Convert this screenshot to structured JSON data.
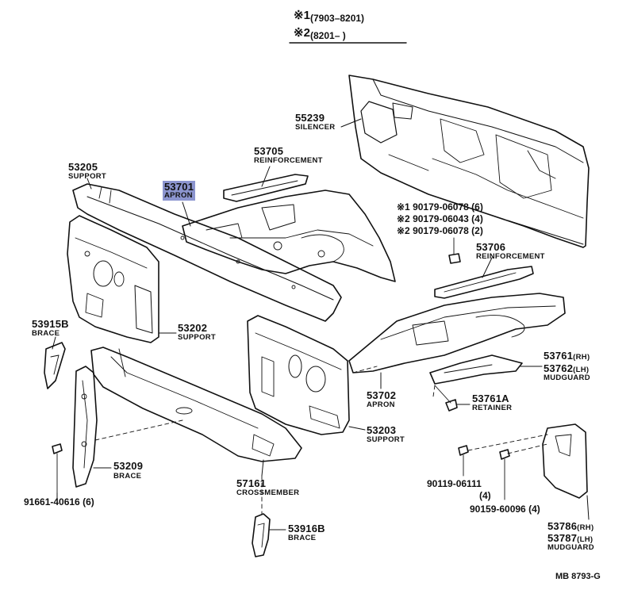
{
  "header": {
    "line1_mark": "※1",
    "line1_range": "(7903–8201)",
    "line2_mark": "※2",
    "line2_range": "(8201–      )"
  },
  "parts": {
    "p53205": {
      "number": "53205",
      "name": "SUPPORT"
    },
    "p53701": {
      "number": "53701",
      "name": "APRON"
    },
    "p53705": {
      "number": "53705",
      "name": "REINFORCEMENT"
    },
    "p55239": {
      "number": "55239",
      "name": "SILENCER"
    },
    "p53706": {
      "number": "53706",
      "name": "REINFORCEMENT"
    },
    "p53915b": {
      "number": "53915B",
      "name": "BRACE"
    },
    "p53202": {
      "number": "53202",
      "name": "SUPPORT"
    },
    "p53702": {
      "number": "53702",
      "name": "APRON"
    },
    "p53761": {
      "number": "53761",
      "suffix": "(RH)"
    },
    "p53762": {
      "number": "53762",
      "suffix": "(LH)",
      "name": "MUDGUARD"
    },
    "p53761a": {
      "number": "53761A",
      "name": "RETAINER"
    },
    "p53203": {
      "number": "53203",
      "name": "SUPPORT"
    },
    "p53209": {
      "number": "53209",
      "name": "BRACE"
    },
    "p57161": {
      "number": "57161",
      "name": "CROSSMEMBER"
    },
    "p53916b": {
      "number": "53916B",
      "name": "BRACE"
    },
    "p53786": {
      "number": "53786",
      "suffix": "(RH)"
    },
    "p53787": {
      "number": "53787",
      "suffix": "(LH)",
      "name": "MUDGUARD"
    }
  },
  "fasteners": {
    "f1": {
      "mark": "※1",
      "code": "90179-06078",
      "qty": "(6)"
    },
    "f2": {
      "mark": "※2",
      "code": "90179-06043",
      "qty": "(4)"
    },
    "f3": {
      "mark": "※2",
      "code": "90179-06078",
      "qty": "(2)"
    },
    "f4": {
      "code": "90119-06111",
      "qty": "(4)"
    },
    "f5": {
      "code": "90159-60096",
      "qty": "(4)"
    },
    "f6": {
      "code": "91661-40616",
      "qty": "(6)"
    }
  },
  "drawing_number": "MB 8793-G",
  "colors": {
    "highlight": "#8c95cf",
    "ink": "#111111"
  }
}
